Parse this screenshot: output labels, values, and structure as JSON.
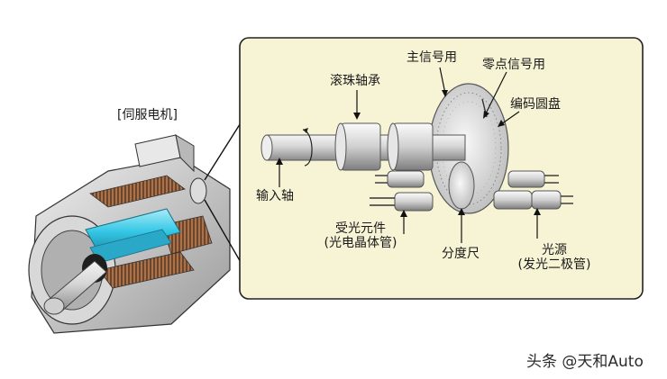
{
  "motor_title": "[伺服电机]",
  "labels": {
    "main_signal": "主信号用",
    "zero_signal": "零点信号用",
    "ball_bearing": "滚珠轴承",
    "code_disc": "编码圆盘",
    "input_shaft": "输入轴",
    "light_receiver_line1": "受光元件",
    "light_receiver_line2": "(光电晶体管)",
    "divider": "分度尺",
    "light_source_line1": "光源",
    "light_source_line2": "(发光二极管)"
  },
  "watermark": "头条 @天和Auto",
  "colors": {
    "panel_bg": "#f7f4d6",
    "panel_border": "#222222",
    "metal_light": "#e2e2e2",
    "metal_dark": "#8e8e8e",
    "coil_cyan": "#35c8e6",
    "winding_copper": "#8a5a3a"
  }
}
